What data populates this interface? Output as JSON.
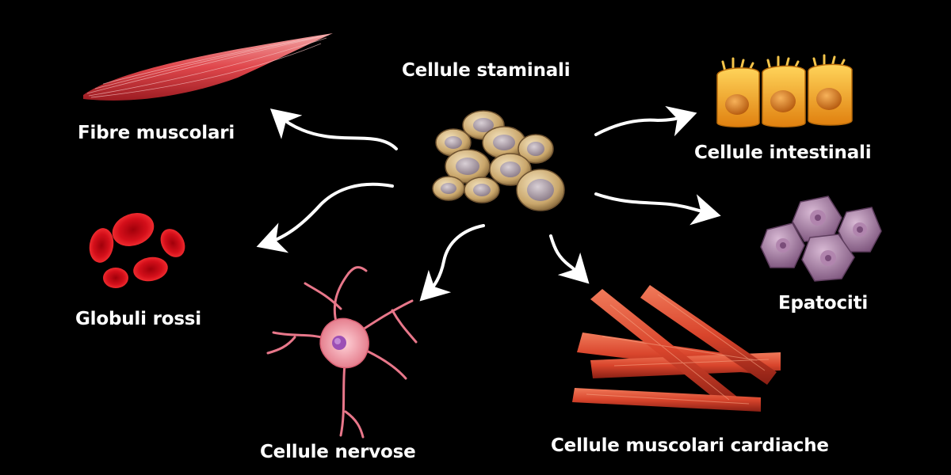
{
  "center": {
    "label": "Cellule staminali"
  },
  "targets": [
    {
      "id": "muscle-fibers",
      "label": "Fibre muscolari"
    },
    {
      "id": "red-blood-cells",
      "label": "Globuli rossi"
    },
    {
      "id": "nerve-cells",
      "label": "Cellule nervose"
    },
    {
      "id": "cardiac-muscle-cells",
      "label": "Cellule muscolari cardiache"
    },
    {
      "id": "hepatocytes",
      "label": "Epatociti"
    },
    {
      "id": "intestinal-cells",
      "label": "Cellule intestinali"
    }
  ],
  "colors": {
    "background": "#000000",
    "text": "#ffffff",
    "arrow": "#ffffff",
    "stem_cell": "#c9a66b",
    "muscle": "#e0474c",
    "blood": "#d40f1a",
    "nerve": "#ec8a96",
    "cardiac": "#d9452c",
    "liver": "#9b6d99",
    "intestine": "#f2a81e"
  }
}
